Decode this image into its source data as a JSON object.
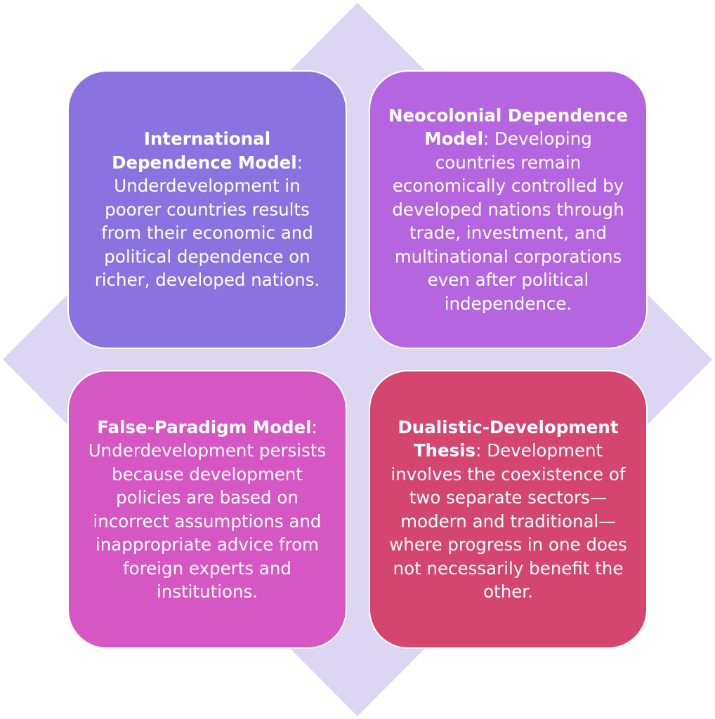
{
  "diagram": {
    "background_color": "#dcd6f2",
    "cards": [
      {
        "term": "International Dependence Model",
        "description": ": Underdevelopment in poorer countries results from their economic and political dependence on richer, developed nations.",
        "color": "#8a73e0"
      },
      {
        "term": "Neocolonial Dependence Model",
        "description": ": Developing countries remain economically controlled by developed nations through trade, investment, and multinational corporations even after political independence.",
        "color": "#b565df"
      },
      {
        "term": "False-Paradigm Model",
        "description": ": Underdevelopment persists because development policies are based on incorrect assumptions and inappropriate advice from foreign experts and institutions.",
        "color": "#d656c3"
      },
      {
        "term": "Dualistic-Development Thesis",
        "description": ": Development involves the coexistence of two separate sectors—modern and traditional—where progress in one does not necessarily benefit the other.",
        "color": "#d4456f"
      }
    ]
  }
}
